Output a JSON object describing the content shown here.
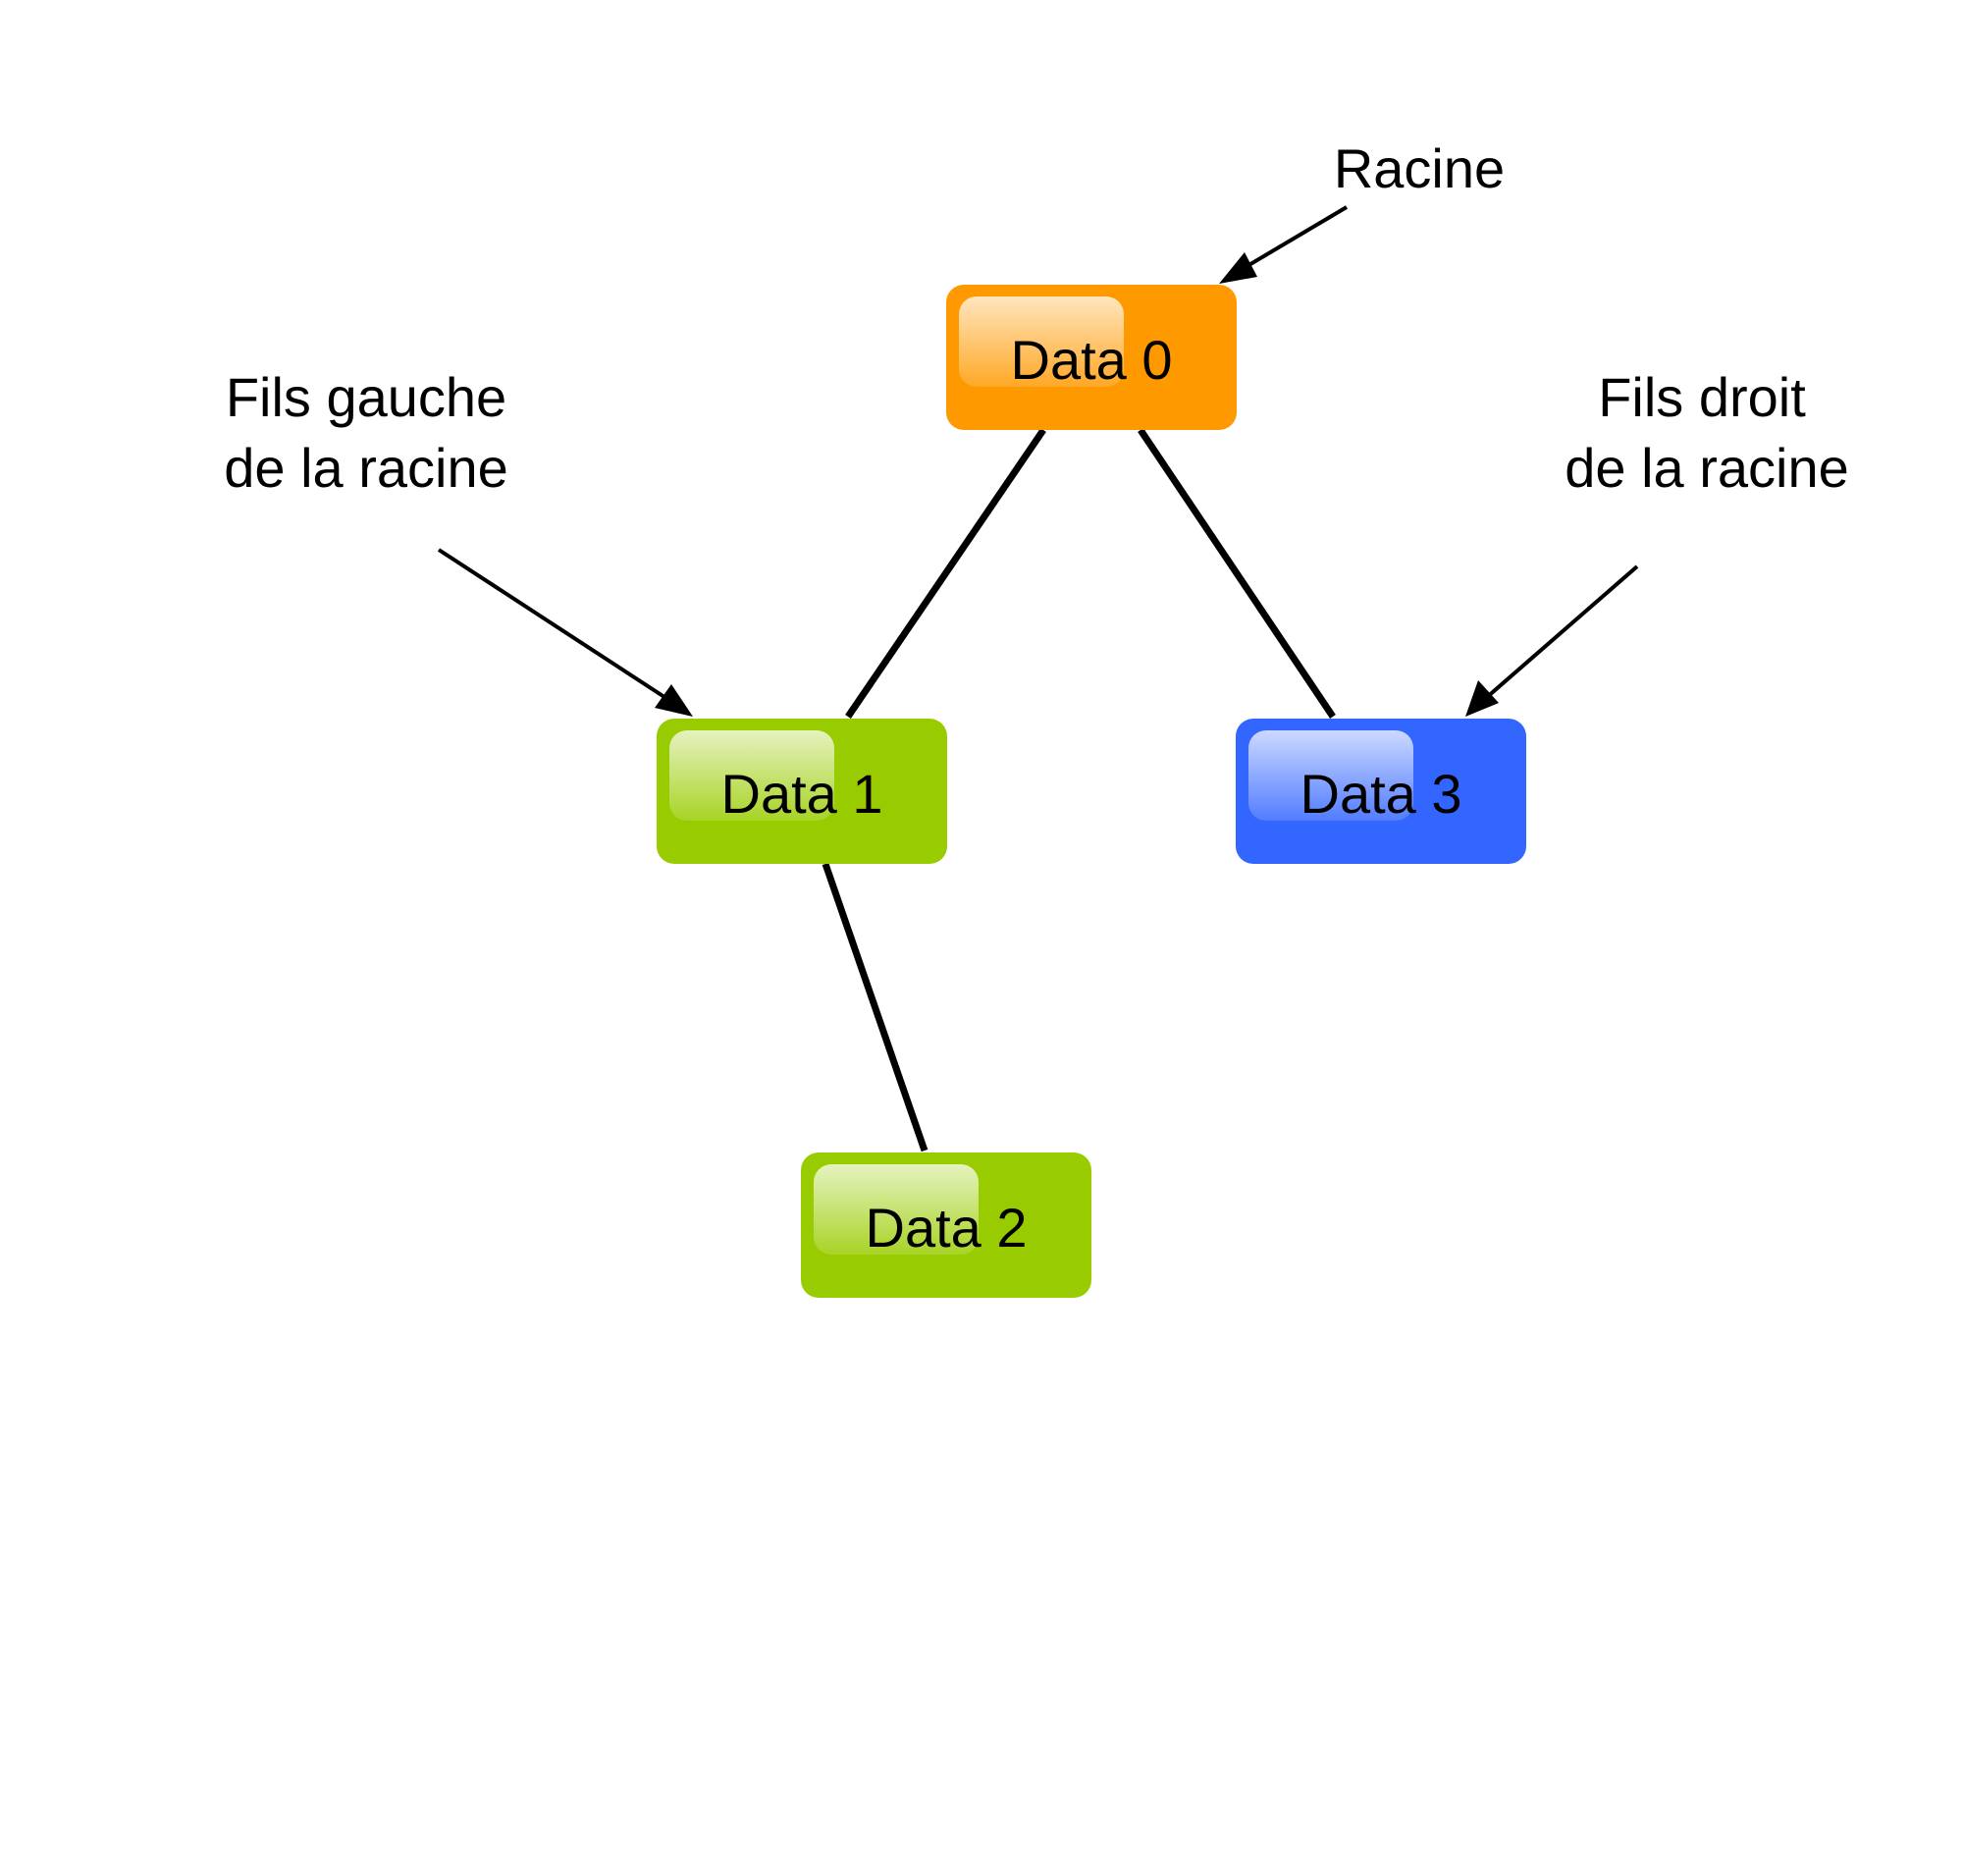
{
  "colors": {
    "root": "#ff9900",
    "left": "#99cc00",
    "right": "#3366ff",
    "line": "#000000",
    "background": "#ffffff"
  },
  "nodes": [
    {
      "id": "data0",
      "label": "Data 0",
      "color": "#ff9900"
    },
    {
      "id": "data1",
      "label": "Data 1",
      "color": "#99cc00"
    },
    {
      "id": "data2",
      "label": "Data 2",
      "color": "#99cc00"
    },
    {
      "id": "data3",
      "label": "Data 3",
      "color": "#3366ff"
    }
  ],
  "edges": [
    {
      "from": "data0",
      "to": "data1"
    },
    {
      "from": "data0",
      "to": "data3"
    },
    {
      "from": "data1",
      "to": "data2"
    }
  ],
  "annotations": {
    "root_label": "Racine",
    "left_label": [
      "Fils gauche",
      "de la racine"
    ],
    "right_label": [
      "Fils droit",
      "de la racine"
    ]
  }
}
